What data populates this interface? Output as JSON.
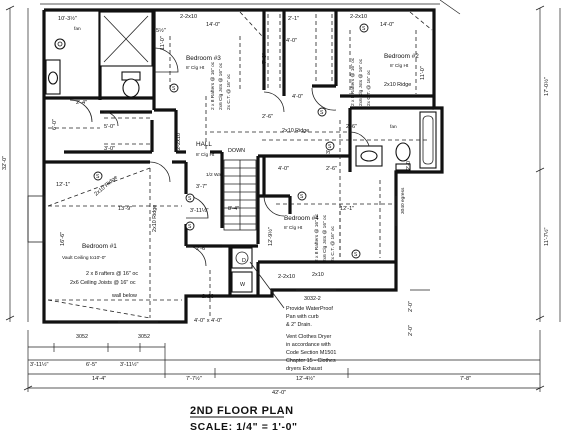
{
  "title": "2ND FLOOR PLAN",
  "scale": "SCALE: 1/4\" = 1'-0\"",
  "rooms": {
    "bed1": {
      "name": "Bedroom #1",
      "ceiling": "Vault Ceiling to10'-0\""
    },
    "bed2": {
      "name": "Bedroom #2",
      "ceiling": "8' Clg Ht"
    },
    "bed3": {
      "name": "Bedroom #3",
      "ceiling": "8' Clg Ht"
    },
    "bed4": {
      "name": "Bedroom #4",
      "ceiling": "8' Clg Ht"
    },
    "hall": {
      "name": "HALL",
      "ceiling": "8' Clg Ht"
    }
  },
  "labels": {
    "fan_left": "fan",
    "fan_right": "fan",
    "down": "DOWN",
    "half_wall": "1/2 Wall",
    "ridge_hall": "2x10 Ridge",
    "ridge_bed2": "2x10 Ridge",
    "ridge_bed1": "2x10 Ridge",
    "ridge_center": "2x10 Ridge",
    "ridge_bottom": "2x10",
    "ridge_bottom2": "2x10",
    "rafters_bed3": "2 x 8 Rafters @ 16\" oc",
    "rafters_bed3b": "2x6 Clg Jsts @ 16\" oc",
    "rafters_bed3c": "2x C.T. @ 16\" oc",
    "rafters_bed2": "2 x 8 Rafters @ 16\" oc",
    "rafters_bed2b": "2x6 Clg Jsts @ 16\" oc",
    "rafters_bed2c": "2x C.T. @ 16\" oc",
    "rafters_bed4": "2 x 8 Rafters @ 16\" oc",
    "rafters_bed4b": "2x6 Clg Jsts @ 16\" oc",
    "rafters_bed4c": "2x C.T. @ 16\" oc",
    "rafters_bed1": "2 x 8 rafters @ 16\" oc",
    "joists_bed1": "2x6 Ceiling Joists @ 16\" oc",
    "wall_below": "wall below",
    "egress": "3040 egress",
    "window_3052a": "3052",
    "window_3052b": "3052",
    "window_3032": "3032-2",
    "attic": "Attic",
    "note1": "Provide WaterProof",
    "note2": "Pan with curb",
    "note3": "& 2\" Drain.",
    "note4": "Vent Clothes Dryer",
    "note5": "in accordance with",
    "note6": "Code Section M1501",
    "note7": "Chapter 15 - Clothes",
    "note8": "dryers Exhaust",
    "d_label": "D",
    "w_label": "W"
  },
  "room_dims": {
    "r1": "2-2x10",
    "r2": "14'-0\"",
    "r3": "2-2x10",
    "r4": "14'-0\"",
    "r5": "10'-3½\"",
    "r6": "5½\"",
    "r7": "11'-0\"",
    "r8": "4'-0\"",
    "r9": "11'-0\"",
    "r10": "13'-9\"",
    "r11": "3'-11½\"",
    "r12": "12'-1\"",
    "r13": "4'-0\"",
    "r14": "2'-6\"",
    "r15": "2'-6\"",
    "r16": "2'-6\"",
    "r17": "2'-4\"",
    "r18": "6'-0\"",
    "r19": "4'-0\" x 4'-0\"",
    "r20": "2-2x10",
    "r21": "2-2x10",
    "r22": "12'-9½\"",
    "r23": "16'-6\"",
    "r24": "2x10 Ridge",
    "r25": "4'-0\"",
    "r26": "2'-1\"",
    "r27": "8'-4\"",
    "r28": "3'-7\"",
    "r29": "7'-0\"",
    "r30": "2'-6\"",
    "r31": "3'-1\"",
    "r32": "3'-0\"",
    "r33": "5'-0\"",
    "r34": "2'-0\"",
    "r35": "12'-1\""
  },
  "dims_bottom": {
    "row1": [
      "3'-11½\"",
      "6'-5\"",
      "3'-11½\""
    ],
    "row2": [
      "14'-4\"",
      "7'-7½\"",
      "12'-4½\"",
      "7'-8\""
    ],
    "total": "42'-0\""
  },
  "dims_right": [
    "17'-0½\"",
    "11'-7½\"",
    "2'-0\"",
    "2'-0\""
  ],
  "dims_left": "32'-0\"",
  "markers": [
    "S",
    "S",
    "S",
    "S",
    "S",
    "S",
    "S",
    "S",
    "S"
  ]
}
